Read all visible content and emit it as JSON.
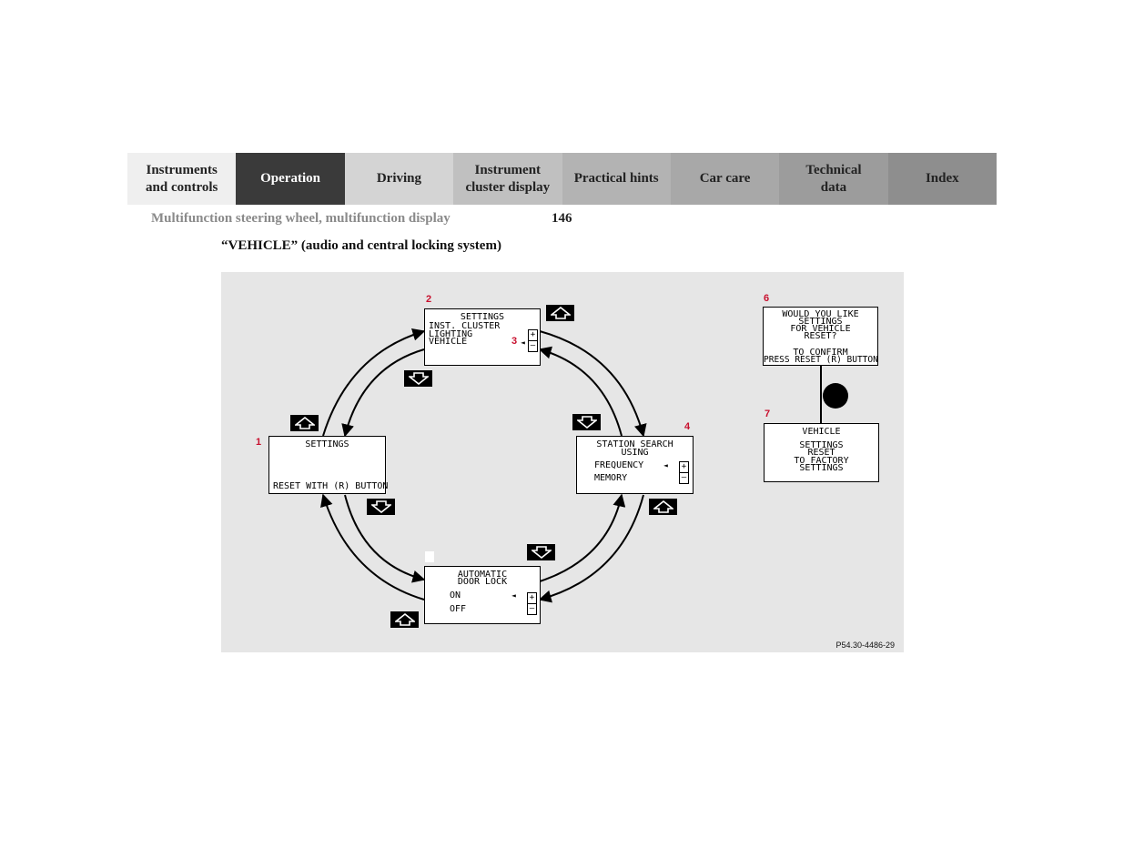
{
  "tabs": [
    {
      "label": "Instruments\nand controls"
    },
    {
      "label": "Operation"
    },
    {
      "label": "Driving"
    },
    {
      "label": "Instrument\ncluster display"
    },
    {
      "label": "Practical hints"
    },
    {
      "label": "Car care"
    },
    {
      "label": "Technical\ndata"
    },
    {
      "label": "Index"
    }
  ],
  "breadcrumb": "Multifunction steering wheel, multifunction display",
  "page_number": "146",
  "section_title": "“VEHICLE” (audio and central locking system)",
  "figure": {
    "reference": "P54.30-4486-29",
    "callouts": [
      "1",
      "2",
      "3",
      "4",
      "6",
      "7"
    ],
    "screen1": {
      "title": "SETTINGS",
      "footer": "RESET WITH (R) BUTTON"
    },
    "screen2": {
      "title": "SETTINGS",
      "line1": "INST. CLUSTER",
      "line2": "LIGHTING",
      "line3": "VEHICLE"
    },
    "screen4": {
      "title1": "STATION SEARCH",
      "title2": "USING",
      "opt1": "FREQUENCY",
      "opt2": "MEMORY"
    },
    "screen5": {
      "title1": "AUTOMATIC",
      "title2": "DOOR LOCK",
      "opt1": "ON",
      "opt2": "OFF"
    },
    "screen6": {
      "l1": "WOULD YOU LIKE",
      "l2": "SETTINGS",
      "l3": "FOR VEHICLE",
      "l4": "RESET?",
      "l5": "TO CONFIRM",
      "l6": "PRESS RESET (R) BUTTON"
    },
    "screen7": {
      "l1": "VEHICLE",
      "l2": "SETTINGS",
      "l3": "RESET",
      "l4": "TO FACTORY",
      "l5": "SETTINGS"
    },
    "plus": "+",
    "minus": "–"
  }
}
